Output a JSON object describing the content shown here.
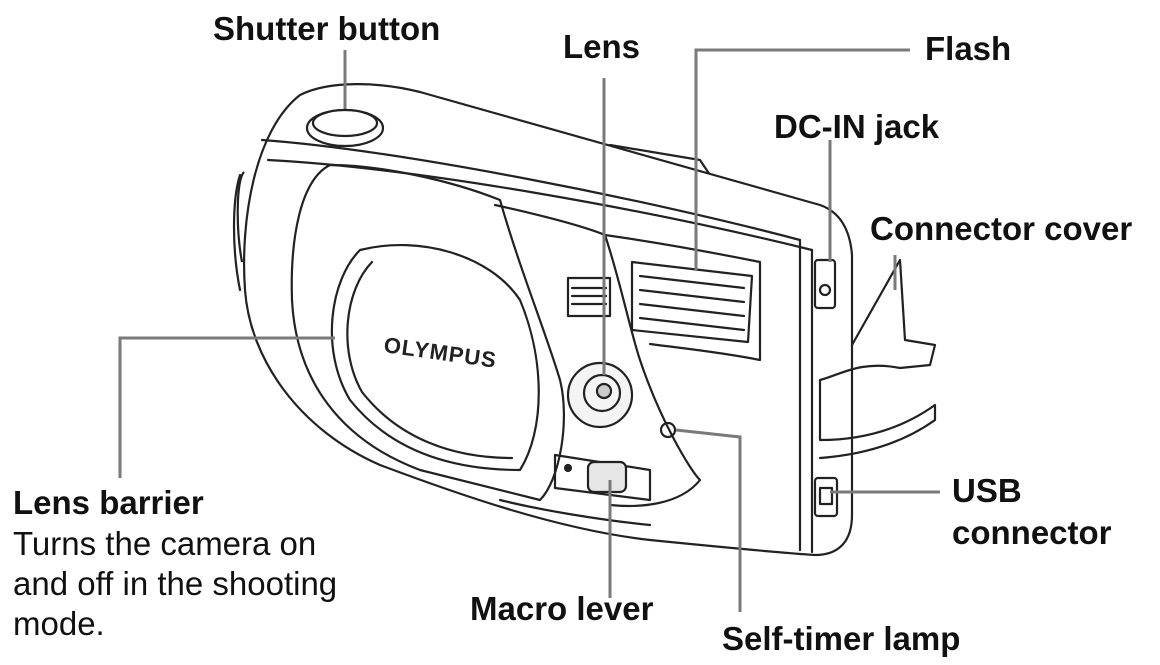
{
  "labels": {
    "shutter_button": "Shutter button",
    "lens": "Lens",
    "flash": "Flash",
    "dc_in_jack": "DC-IN jack",
    "connector_cover": "Connector cover",
    "lens_barrier": "Lens barrier",
    "lens_barrier_desc": "Turns the camera on\nand off in the shooting\nmode.",
    "usb_connector": "USB\nconnector",
    "macro_lever": "Macro lever",
    "self_timer_lamp": "Self-timer lamp"
  },
  "camera": {
    "brand": "OLYMPUS"
  },
  "colors": {
    "line": "#7a7a7a",
    "outline": "#222222",
    "text": "#111111"
  }
}
